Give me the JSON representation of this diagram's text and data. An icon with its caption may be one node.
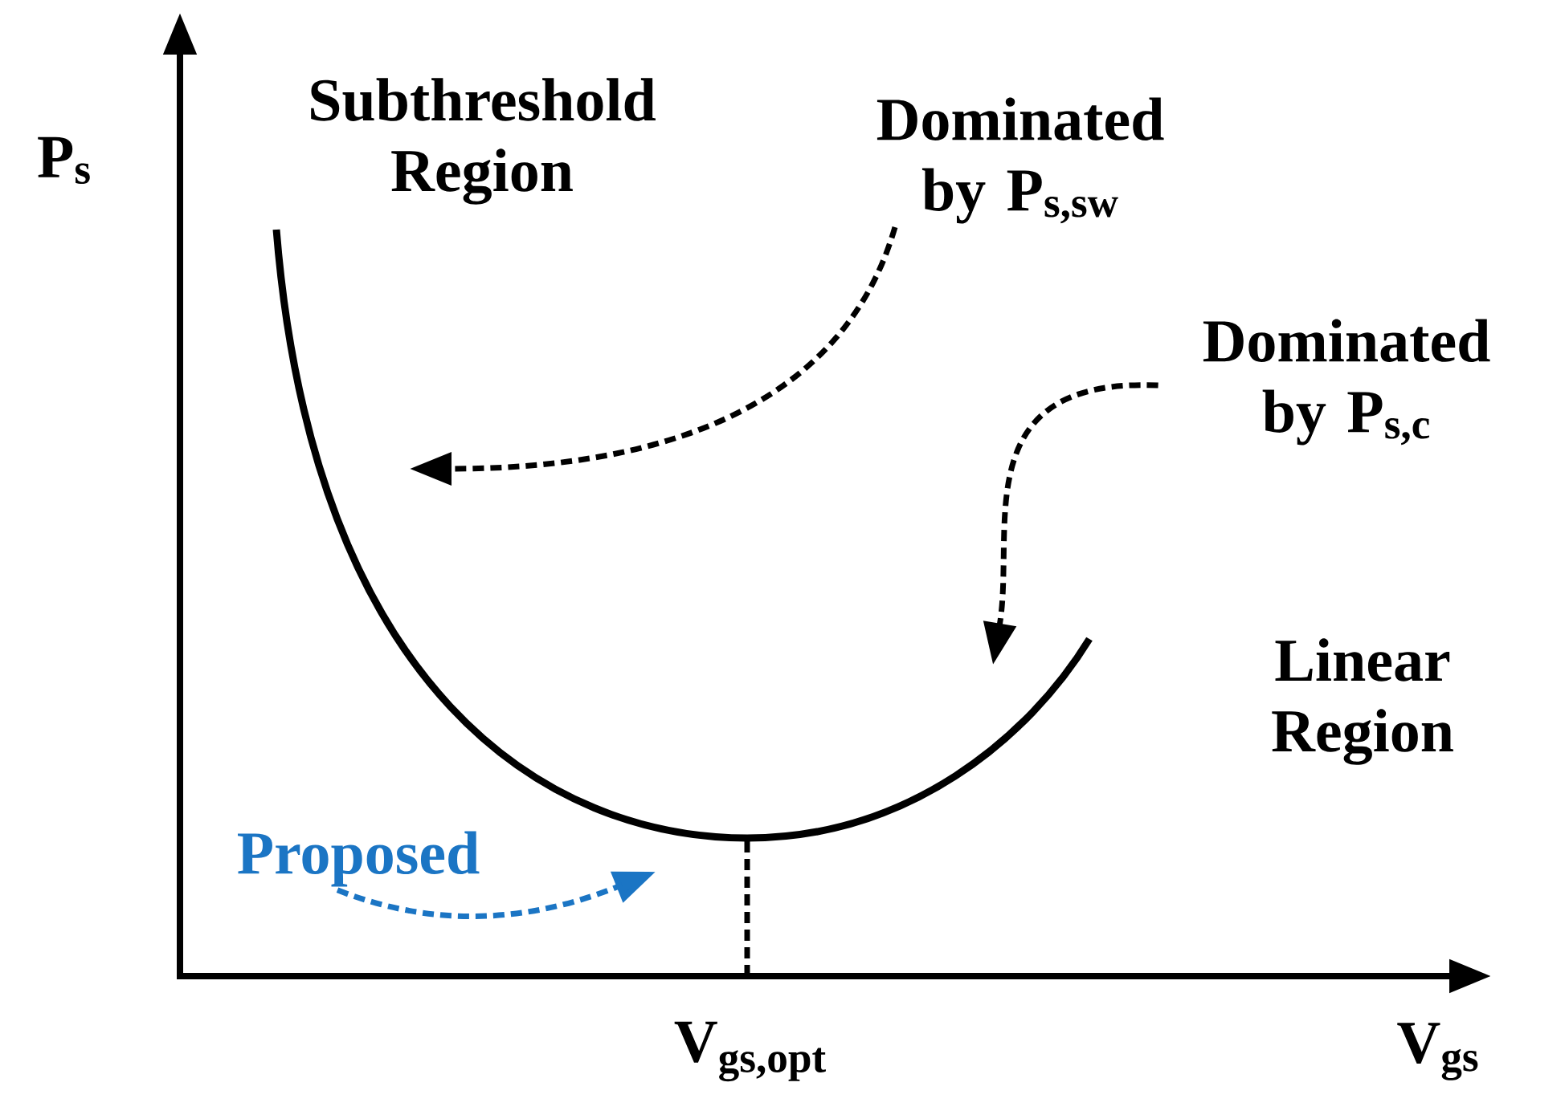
{
  "diagram": {
    "nodes": [
      {
        "text": [
          "Dominated by P$_{s,sw}$"
        ]
      },
      {
        "text": [
          "Dominated by P$_{s,c}$"
        ]
      },
      {
        "text": [
          "Proposed"
        ]
      }
    ],
    "edges": [
      {
        "from": 0,
        "to": null,
        "arrow": "to",
        "style": "dashed"
      },
      {
        "from": 1,
        "to": null,
        "arrow": "to",
        "style": "dashed"
      },
      {
        "from": 2,
        "to": null,
        "arrow": "to",
        "style": "dashed",
        "color": "#1b75c4"
      }
    ],
    "labels": [
      "P$_{s}$",
      "Subthreshold Region",
      "Linear Region",
      "V$_{gs,opt}$",
      "V$_{gs}$"
    ]
  }
}
